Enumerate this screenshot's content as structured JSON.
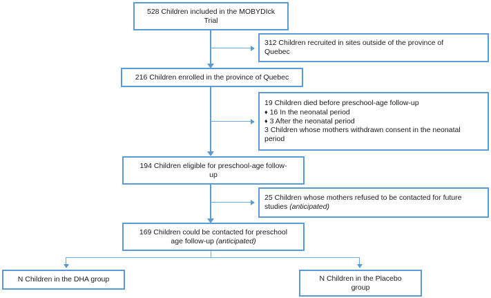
{
  "diagram": {
    "title": "MOBYDIck Trial preschool-age follow-up flow diagram",
    "accent_color": "#5B9BD5",
    "line_color": "#6FA8DC",
    "background": "#ffffff",
    "text_color": "#1a1a1a"
  },
  "nodes": {
    "enrolled_trial": {
      "line1": "528 Children included in the MOBYDIck",
      "line2": "Trial"
    },
    "excluded_outside_quebec": {
      "line1": "312 Children recruited in sites outside of the province of",
      "line2": "Quebec"
    },
    "enrolled_quebec": {
      "line1": "216 Children enrolled in the province of Quebec"
    },
    "died_withdrawn": {
      "line1": "19 Children died before preschool-age follow-up",
      "bullet1": "16 In the neonatal period",
      "bullet2": "3 After the neonatal period",
      "bullet_glyph": "♦",
      "line2": "3 Children whose mothers withdrawn consent in the neonatal",
      "line3": "period"
    },
    "eligible_followup": {
      "line1": "194 Children eligible for preschool-age follow-",
      "line2": "up"
    },
    "refused_future_studies": {
      "line1": "25 Children whose mothers refused to be contacted for future",
      "line2_pre": "studies ",
      "line2_italic": "(anticipated)"
    },
    "could_be_contacted": {
      "line1": "169 Children could be contacted for preschool",
      "line2_pre": "age follow-up  ",
      "line2_italic": "(anticipated)"
    },
    "dha_group": {
      "line1": "N Children in the DHA group"
    },
    "placebo_group": {
      "line1": "N Children in the Placebo",
      "line2": "group"
    }
  },
  "connectors": [
    {
      "name": "trunk-trial-to-quebec",
      "type": "vertical-arrow"
    },
    {
      "name": "branch-to-outside-quebec",
      "type": "horizontal-arrow"
    },
    {
      "name": "trunk-quebec-to-eligible",
      "type": "vertical-arrow"
    },
    {
      "name": "branch-to-died-withdrawn",
      "type": "horizontal-arrow"
    },
    {
      "name": "trunk-eligible-to-contacted",
      "type": "vertical-arrow"
    },
    {
      "name": "branch-to-refused",
      "type": "horizontal-arrow"
    },
    {
      "name": "split-to-dha",
      "type": "elbow-arrow"
    },
    {
      "name": "split-to-placebo",
      "type": "elbow-arrow"
    }
  ]
}
